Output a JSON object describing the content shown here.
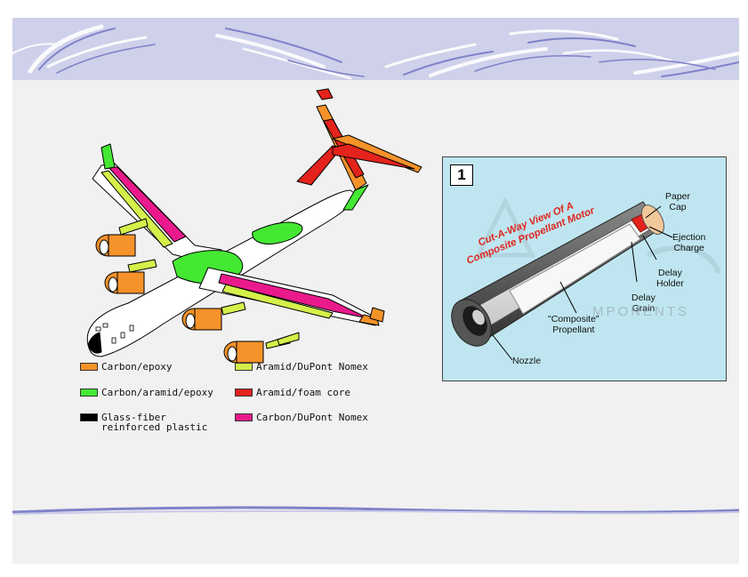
{
  "legend": [
    {
      "label": "Carbon/epoxy",
      "color": "#f5922a"
    },
    {
      "label": "Aramid/DuPont Nomex",
      "color": "#d4f04a"
    },
    {
      "label": "Carbon/aramid/epoxy",
      "color": "#44e833"
    },
    {
      "label": "Aramid/foam core",
      "color": "#e3231c"
    },
    {
      "label": "Glass-fiber\nreinforced plastic",
      "color": "#000000"
    },
    {
      "label": "Carbon/DuPont Nomex",
      "color": "#ea1a8c"
    }
  ],
  "motor": {
    "panel_number": "1",
    "title": "Cut-A-Way View Of A\nComposite Propellant Motor",
    "labels": {
      "paper_cap": "Paper\nCap",
      "ejection_charge": "Ejection\nCharge",
      "delay_holder": "Delay\nHolder",
      "delay_grain": "Delay\nGrain",
      "propellant": "\"Composite\"\nPropellant",
      "nozzle": "Nozzle"
    },
    "watermark": "MPONENTS"
  }
}
